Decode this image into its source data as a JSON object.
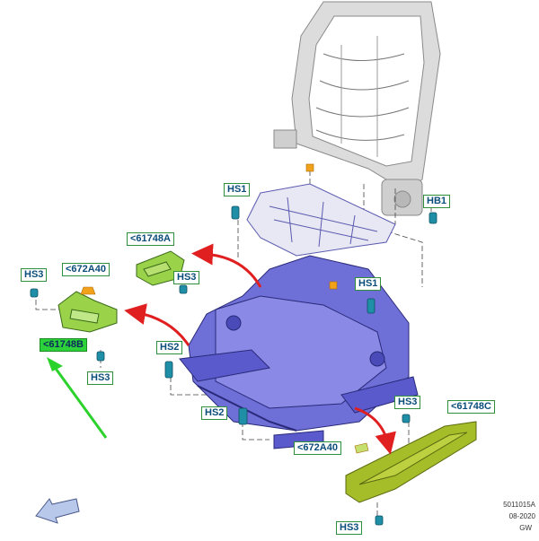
{
  "callouts": {
    "hs1_top": "HS1",
    "hb1": "HB1",
    "p61748a": "<61748A",
    "hs3_left": "HS3",
    "p672a40_left": "<672A40",
    "hs3_mid": "HS3",
    "hs1_right": "HS1",
    "p61748b": "<61748B",
    "hs2_left": "HS2",
    "hs3_lower": "HS3",
    "hs3_right": "HS3",
    "p61748c": "<61748C",
    "hs2_bottom": "HS2",
    "p672a40_bottom": "<672A40",
    "hs3_bottom": "HS3"
  },
  "footer": {
    "ref": "5011015A",
    "date": "08-2020",
    "author": "GW"
  },
  "colors": {
    "frame_gray": "#c8c8c8",
    "seat_base_blue": "#6f6fd8",
    "panel_green": "#9ad24a",
    "trim_olive": "#a6bd2a",
    "arrow_red": "#e02020",
    "arrow_green": "#2bd22b",
    "fastener_teal": "#1f8fa8",
    "marker_orange": "#f2a11a",
    "callout_text": "#0b4d7a",
    "callout_border": "#2f8f3a"
  }
}
